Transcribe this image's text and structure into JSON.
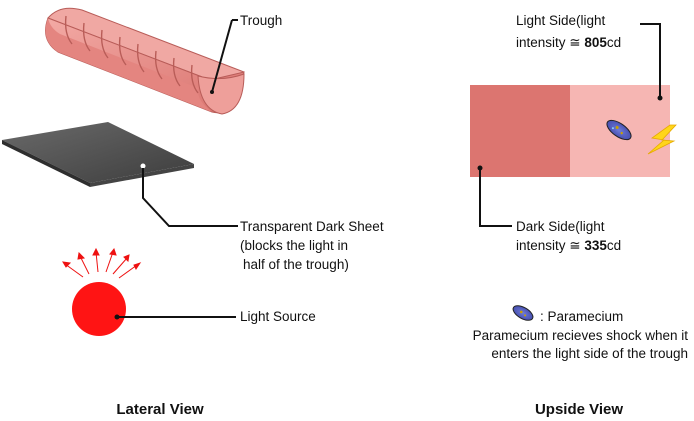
{
  "lateral": {
    "title": "Lateral View",
    "trough_label": "Trough",
    "sheet_label": [
      "Transparent Dark Sheet",
      "(blocks the light in",
      "half of the trough)"
    ],
    "light_source_label": "Light Source"
  },
  "upside": {
    "title": "Upside View",
    "light_side": {
      "line1": "Light Side(light",
      "line2_prefix": "intensity ≅ ",
      "value": "805",
      "unit": "cd"
    },
    "dark_side": {
      "line1": "Dark Side(light",
      "line2_prefix": "intensity ≅ ",
      "value": "335",
      "unit": "cd"
    },
    "legend_label": ": Paramecium",
    "note": [
      "Paramecium recieves shock when it",
      "enters the light side of the trough"
    ]
  },
  "colors": {
    "trough": "#e98d88",
    "trough_dark": "#c8625f",
    "sheet": "#555555",
    "light_source": "#ff1a1a",
    "dark_side": "#dc7570",
    "light_side": "#f5b5b2",
    "paramecium": "#5a63c6",
    "lightning": "#ffd51a"
  },
  "icons": [
    "trough-icon",
    "dark-sheet-icon",
    "light-source-icon",
    "paramecium-icon",
    "lightning-bolt-icon"
  ]
}
